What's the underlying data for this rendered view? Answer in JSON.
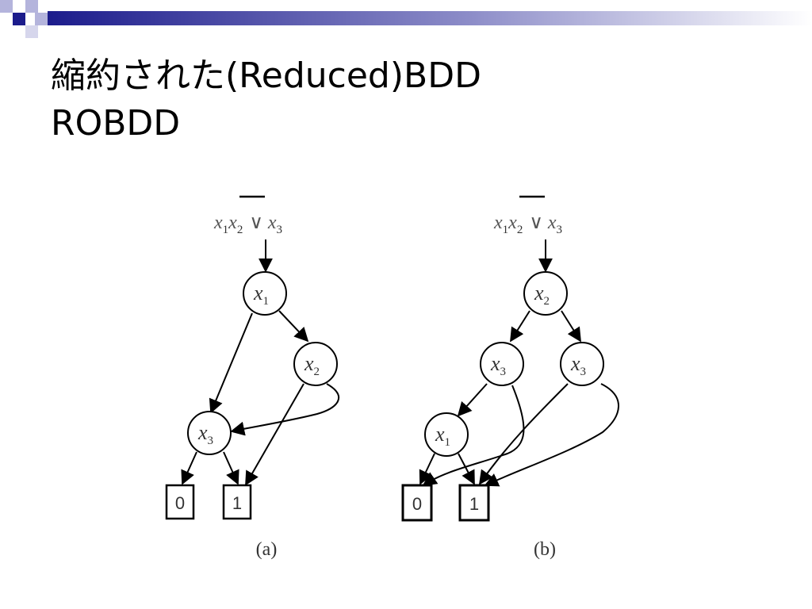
{
  "slide": {
    "title_line1": "縮約された(Reduced)BDD",
    "title_line2": "ROBDD"
  },
  "colors": {
    "accent": "#1c1c8c",
    "accent_light": "#b4b4dc",
    "line": "#000000"
  },
  "diagram_a": {
    "caption": "(a)",
    "formula": {
      "v1": "x",
      "s1": "1",
      "v2": "x",
      "s2": "2",
      "op": "∨",
      "v3": "x",
      "s3": "3"
    },
    "nodes": [
      {
        "var": "x",
        "sub": "1"
      },
      {
        "var": "x",
        "sub": "2"
      },
      {
        "var": "x",
        "sub": "3"
      }
    ],
    "terminals": [
      "0",
      "1"
    ]
  },
  "diagram_b": {
    "caption": "(b)",
    "formula": {
      "v1": "x",
      "s1": "1",
      "v2": "x",
      "s2": "2",
      "op": "∨",
      "v3": "x",
      "s3": "3"
    },
    "nodes": [
      {
        "var": "x",
        "sub": "2"
      },
      {
        "var": "x",
        "sub": "3"
      },
      {
        "var": "x",
        "sub": "3"
      },
      {
        "var": "x",
        "sub": "1"
      }
    ],
    "terminals": [
      "0",
      "1"
    ]
  }
}
